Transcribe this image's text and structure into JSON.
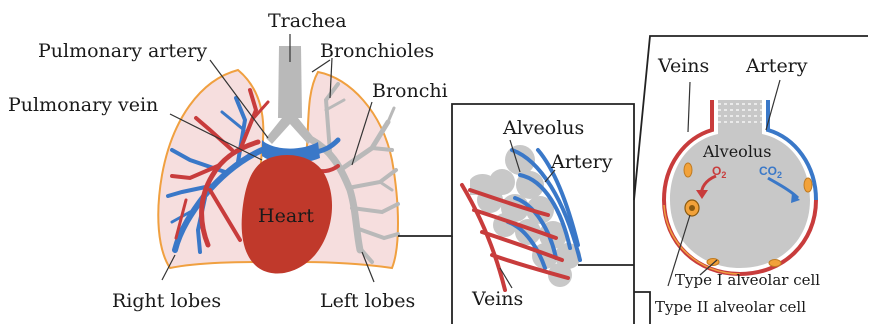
{
  "labels": {
    "trachea": "Trachea",
    "bronchioles": "Bronchioles",
    "pulmonary_artery": "Pulmonary artery",
    "bronchi": "Bronchi",
    "pulmonary_vein": "Pulmonary vein",
    "heart": "Heart",
    "right_lobes": "Right lobes",
    "left_lobes": "Left lobes",
    "alveolus_cluster": "Alveolus",
    "artery_cluster": "Artery",
    "veins_cluster": "Veins",
    "veins_detail": "Veins",
    "artery_detail": "Artery",
    "alveolus_detail": "Alveolus",
    "o2": "O",
    "o2_sub": "2",
    "co2": "CO",
    "co2_sub": "2",
    "type1_cell": "Type I alveolar cell",
    "type2_cell": "Type II alveolar cell"
  },
  "colors": {
    "lung_fill": "#f6dede",
    "lung_outline": "#f0a040",
    "airway_gray": "#b9b9b9",
    "artery_blue": "#3a78c8",
    "vein_red": "#c83c3c",
    "heart_red": "#c0392b",
    "alveolus_gray": "#c8c8c8",
    "cell_orange": "#f2a23a"
  }
}
